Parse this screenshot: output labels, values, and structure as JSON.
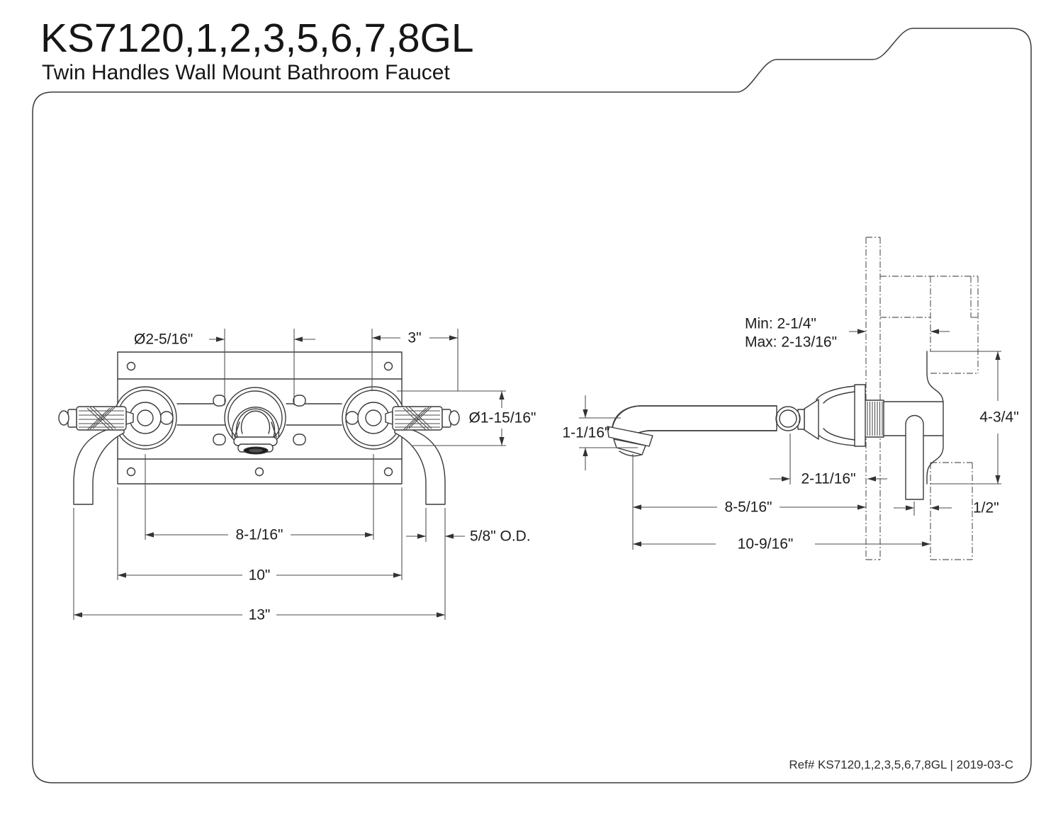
{
  "header": {
    "model": "KS7120,1,2,3,5,6,7,8GL",
    "subtitle": "Twin Handles Wall Mount Bathroom Faucet"
  },
  "footer": {
    "ref_text": "Ref# KS7120,1,2,3,5,6,7,8GL | 2019-03-C"
  },
  "front_view": {
    "dims": {
      "spout_escutcheon_dia": "Ø2-5/16\"",
      "handle_length": "3\"",
      "handle_escutcheon_dia": "Ø1-15/16\"",
      "handle_spread": "8-1/16\"",
      "plate_width": "10\"",
      "overall_width": "13\"",
      "tube_od": "5/8\" O.D."
    }
  },
  "side_view": {
    "dims": {
      "wall_min": "Min: 2-1/4\"",
      "wall_max": "Max: 2-13/16\"",
      "spout_tip_height": "1-1/16\"",
      "joint_to_wall": "2-11/16\"",
      "spout_reach": "8-5/16\"",
      "overall_reach": "10-9/16\"",
      "bracket_offset": "1/2\"",
      "body_height": "4-3/4\""
    }
  },
  "colors": {
    "line": "#3a3a3a",
    "dimension": "#4a4a4a",
    "background": "#ffffff"
  }
}
